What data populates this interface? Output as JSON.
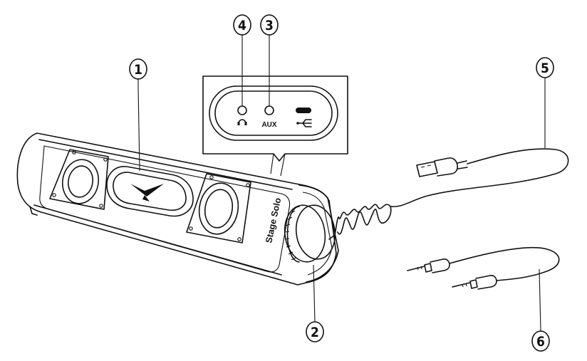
{
  "callouts": [
    {
      "number": "1",
      "target": "speaker logo grille"
    },
    {
      "number": "2",
      "target": "volume knob"
    },
    {
      "number": "3",
      "target": "aux input port"
    },
    {
      "number": "4",
      "target": "headphone port"
    },
    {
      "number": "5",
      "target": "usb cable"
    },
    {
      "number": "6",
      "target": "aux audio cable"
    }
  ],
  "port_panel": {
    "headphone_icon": "headphone-icon",
    "aux_label": "AUX",
    "usb_icon": "usb-icon"
  },
  "device": {
    "brand_label": "Stage Solo"
  },
  "colors": {
    "line": "#111111",
    "background": "#ffffff"
  }
}
